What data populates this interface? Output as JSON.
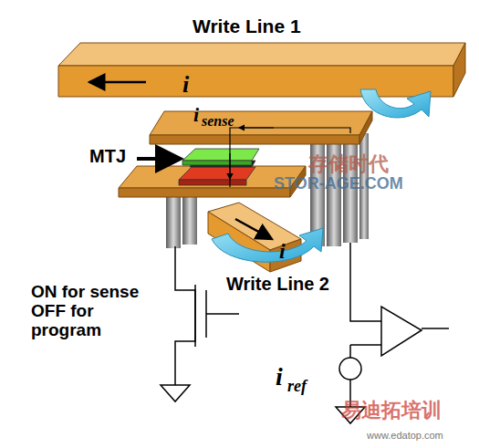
{
  "diagram": {
    "labels": [
      "Write Line 1",
      "i",
      "i",
      "sense",
      "MTJ",
      "i",
      "Write Line 2",
      "ON for sense OFF for program",
      "i",
      "ref",
      "存储时代",
      "STOR-AGE.COM",
      "易迪拓培训",
      "www.edatop.com"
    ]
  }
}
